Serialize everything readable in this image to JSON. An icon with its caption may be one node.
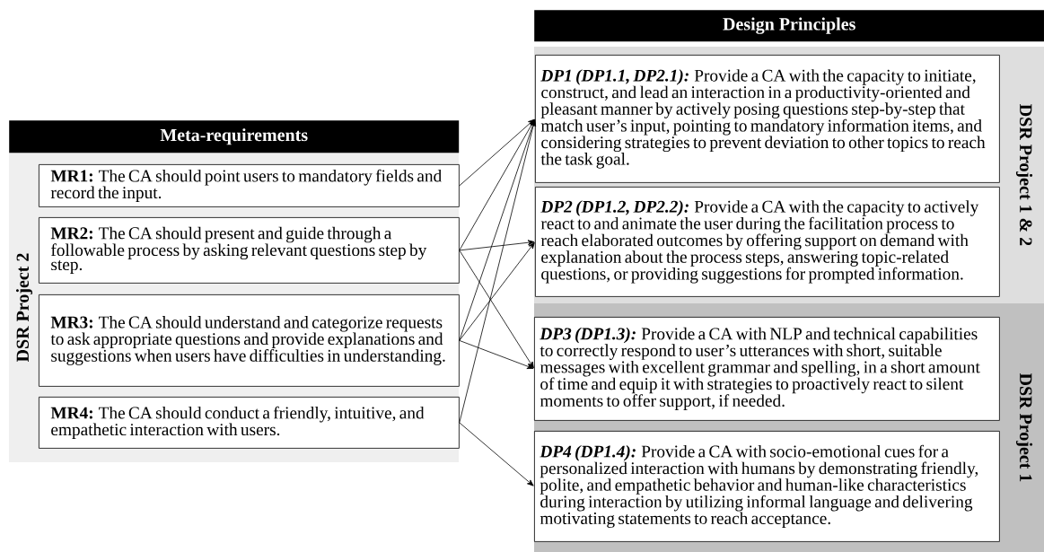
{
  "diagram": {
    "nodes": [
      {
        "text": [
          "Meta-requirements"
        ]
      },
      {
        "text": [
          "DSR Project 2"
        ]
      },
      {
        "text": [
          "MR1:",
          "The CA should point users to mandatory fields and record the input."
        ],
        "in": 1
      },
      {
        "text": [
          "MR2:",
          "The CA should present and guide through a followable process by asking relevant questions step by step."
        ],
        "in": 1
      },
      {
        "text": [
          "MR3:",
          "The CA should understand and categorize requests to ask appropriate questions and provide explanations and suggestions when users have difficulties in understanding."
        ],
        "in": 1
      },
      {
        "text": [
          "MR4:",
          "The CA should conduct a friendly, intuitive, and empathetic interaction with users."
        ],
        "in": 1
      },
      {
        "text": [
          "Design Principles"
        ]
      },
      {
        "text": [
          "DSR Project 1 & 2"
        ]
      },
      {
        "text": [
          "DP1 (DP1.1, DP2.1):",
          "Provide a CA with the capacity to initiate, construct, and lead an interaction in a productivity-oriented and pleasant manner by actively posing questions step-by-step that match user’s input, pointing to mandatory information items, and considering strategies to prevent deviation to other topics to reach the task goal."
        ],
        "in": 7
      },
      {
        "text": [
          "DP2 (DP1.2, DP2.2):",
          "Provide a CA with the capacity to actively react to and animate the user during the facilitation process to reach elaborated outcomes by offering support on demand with explanation about the process steps, answering topic-related questions, or providing suggestions for prompted information."
        ],
        "in": 7
      },
      {
        "text": [
          "DSR Project 1"
        ]
      },
      {
        "text": [
          "DP3 (DP1.3):",
          "Provide a CA with NLP and technical capabilities to correctly respond to user’s utterances with short, suitable messages with excellent grammar and spelling, in a short amount of time and equip it with strategies to proactively react to silent moments to offer support, if needed."
        ],
        "in": 10
      },
      {
        "text": [
          "DP4 (DP1.4):",
          "Provide a CA with socio-emotional cues for a personalized interaction with humans by demonstrating friendly, polite, and empathetic behavior and human-like characteristics during interaction by utilizing informal language and delivering motivating statements to reach acceptance."
        ],
        "in": 10
      }
    ],
    "edges": [
      {
        "from": 2,
        "to": 8,
        "arrow": "to"
      },
      {
        "from": 3,
        "to": 8,
        "arrow": "to"
      },
      {
        "from": 3,
        "to": 9,
        "arrow": "to"
      },
      {
        "from": 3,
        "to": 11,
        "arrow": "to"
      },
      {
        "from": 4,
        "to": 8,
        "arrow": "to"
      },
      {
        "from": 4,
        "to": 9,
        "arrow": "to"
      },
      {
        "from": 4,
        "to": 11,
        "arrow": "to"
      },
      {
        "from": 5,
        "to": 8,
        "arrow": "to"
      },
      {
        "from": 5,
        "to": 12,
        "arrow": "to"
      }
    ]
  }
}
